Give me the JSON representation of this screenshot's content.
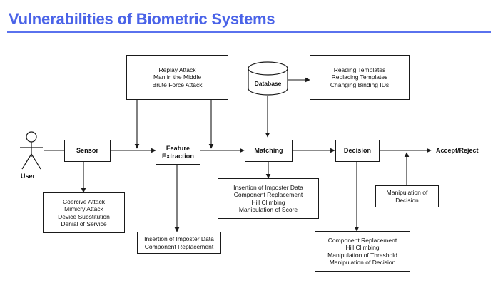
{
  "page": {
    "title": "Vulnerabilities of Biometric Systems",
    "title_color": "#4a63e8",
    "rule_color": "#5a72ee",
    "background": "#ffffff",
    "stroke_color": "#1a1a1a"
  },
  "actor": {
    "label": "User",
    "icon": "stick-figure-person-icon"
  },
  "pipeline": [
    {
      "id": "sensor",
      "label": "Sensor"
    },
    {
      "id": "feature",
      "label": "Feature\nExtraction",
      "line1": "Feature",
      "line2": "Extraction"
    },
    {
      "id": "matching",
      "label": "Matching"
    },
    {
      "id": "decision",
      "label": "Decision"
    }
  ],
  "datastore": {
    "label": "Database",
    "icon": "database-cylinder-icon"
  },
  "output": {
    "label": "Accept/Reject"
  },
  "notes": {
    "channel_attacks": {
      "name": "channel-attacks-note",
      "lines": [
        "Replay Attack",
        "Man in the Middle",
        "Brute Force Attack"
      ]
    },
    "database_attacks": {
      "name": "database-attacks-note",
      "lines": [
        "Reading Templates",
        "Replacing Templates",
        "Changing Binding IDs"
      ]
    },
    "sensor_attacks": {
      "name": "sensor-attacks-note",
      "lines": [
        "Coercive Attack",
        "Mimicry Attack",
        "Device Substitution",
        "Denial of Service"
      ]
    },
    "feature_attacks": {
      "name": "feature-extraction-attacks-note",
      "lines": [
        "Insertion of Imposter Data",
        "Component Replacement"
      ]
    },
    "matching_attacks": {
      "name": "matching-attacks-note",
      "lines": [
        "Insertion of Imposter Data",
        "Component Replacement",
        "Hill Climbing",
        "Manipulation of Score"
      ]
    },
    "decision_attacks": {
      "name": "decision-attacks-note",
      "lines": [
        "Component Replacement",
        "Hill Climbing",
        "Manipulation of  Threshold",
        "Manipulation of Decision"
      ]
    },
    "decision_manipulation": {
      "name": "decision-manipulation-note",
      "lines": [
        "Manipulation of",
        "Decision"
      ]
    }
  }
}
